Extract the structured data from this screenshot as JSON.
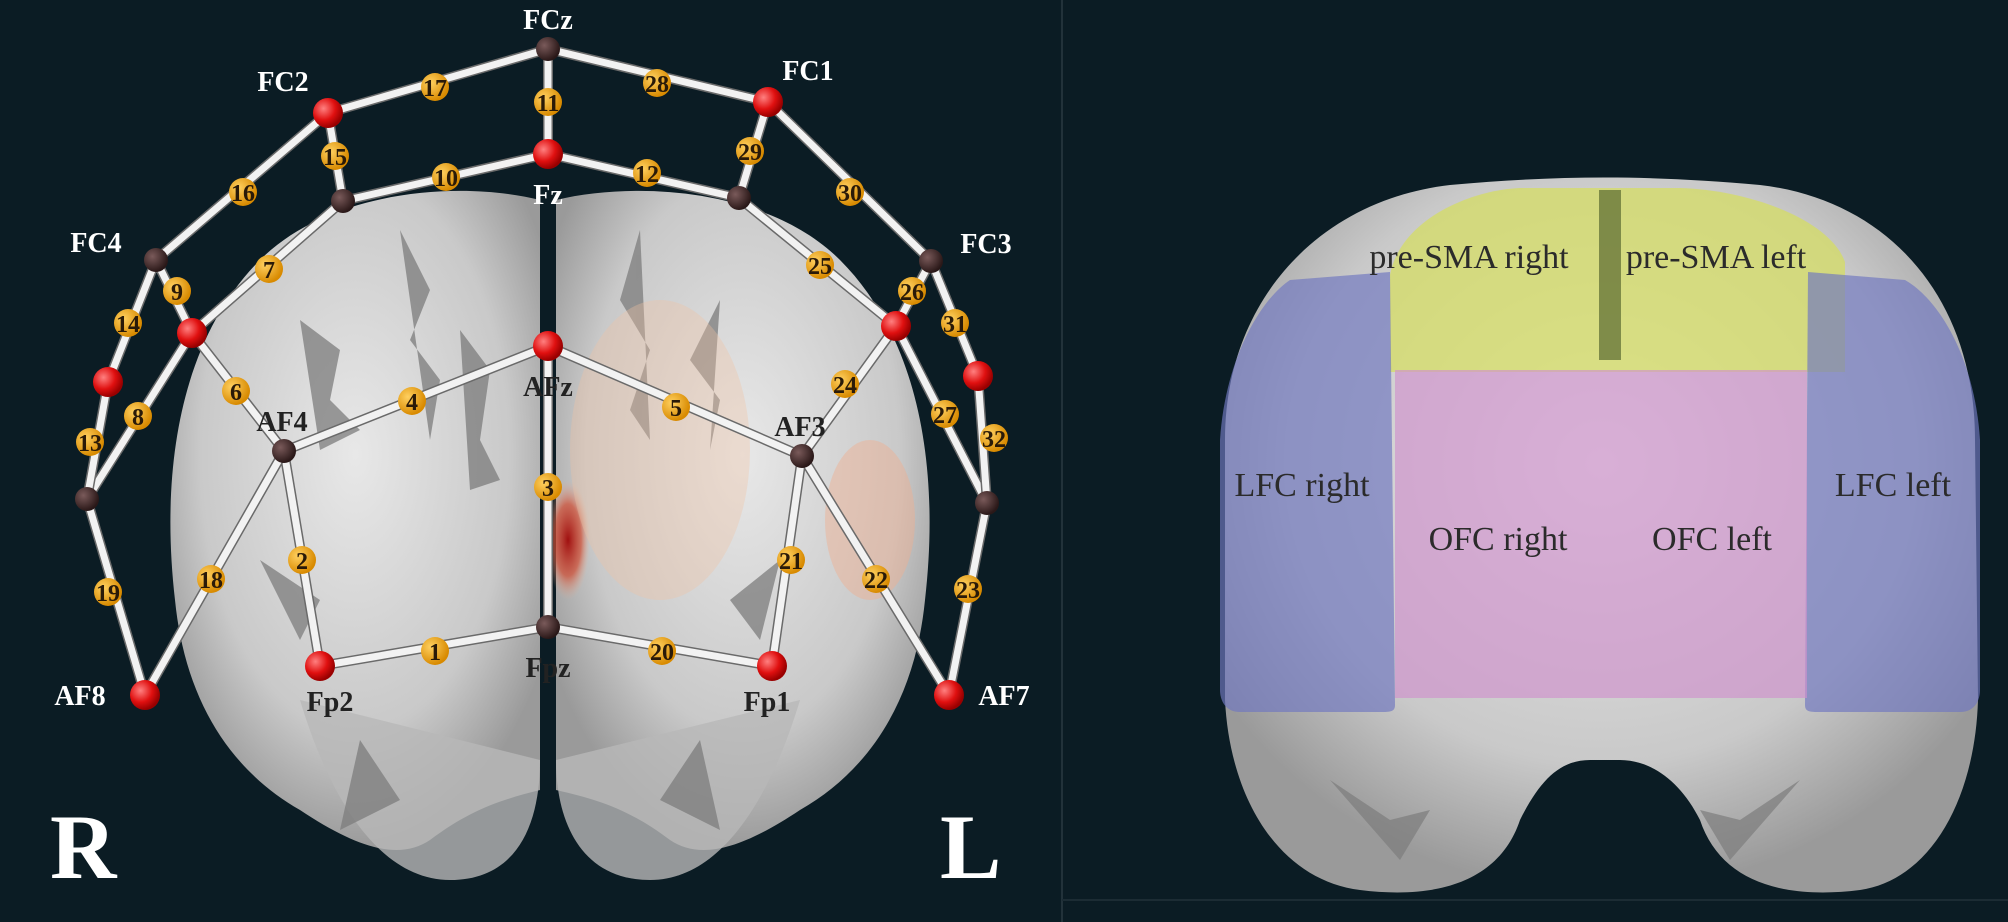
{
  "left_panel": {
    "side_right": "R",
    "side_left": "L",
    "optodes": [
      "FCz",
      "FC2",
      "FC1",
      "Fz",
      "FC4",
      "FC3",
      "AFz",
      "AF4",
      "AF3",
      "Fpz",
      "Fp2",
      "Fp1",
      "AF8",
      "AF7"
    ],
    "channels": [
      "17",
      "11",
      "28",
      "15",
      "10",
      "12",
      "29",
      "16",
      "30",
      "7",
      "25",
      "9",
      "26",
      "14",
      "31",
      "6",
      "4",
      "5",
      "24",
      "8",
      "13",
      "27",
      "32",
      "3",
      "2",
      "18",
      "21",
      "22",
      "19",
      "23",
      "1",
      "20"
    ]
  },
  "right_panel": {
    "regions": [
      "pre-SMA right",
      "pre-SMA left",
      "LFC right",
      "LFC left",
      "OFC right",
      "OFC left"
    ]
  },
  "colors": {
    "background": "#0b1c24",
    "source_node": "#e01010",
    "detector_node": "#3a2424",
    "channel_marker": "#e8a21a",
    "pre_sma": "#d6de7a",
    "lfc": "#7a82c0",
    "ofc": "#d6a0d2"
  }
}
